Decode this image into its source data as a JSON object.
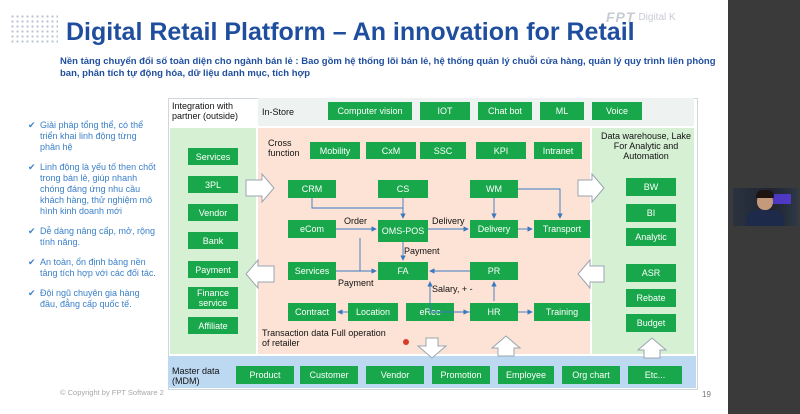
{
  "slide": {
    "title": "Digital Retail Platform – An innovation for Retail",
    "brand_text": "FPT",
    "brand_sub": "Digital K",
    "subtitle": "Nền tảng chuyển đổi số toàn diện cho ngành bán lẻ : Bao gồm hệ thống lõi bán lẻ, hệ thống quản lý chuỗi cửa hàng, quản lý quy trình liên phòng ban, phân tích tự động hóa, dữ liệu danh mục, tích hợp",
    "copyright": "© Copyright by FPT Software 2",
    "page_number": "19"
  },
  "bullets": [
    "Giải pháp tổng thể, có thể triển khai linh động từng phân hệ",
    "Linh động là yếu tố then chốt trong bán lẻ, giúp nhanh chóng đáng ứng nhu cầu khách hàng, thử nghiệm mô hình kinh doanh mới",
    "Dễ dàng nâng cấp, mở, rộng tính năng.",
    "An toàn, ổn định bảng nền tảng tích hợp với các đối tác.",
    "Đội ngũ chuyên gia hàng đầu, đẳng cấp quốc tế."
  ],
  "diagram": {
    "integration_label": "Integration with partner (outside)",
    "in_store_label": "In-Store",
    "in_store_items": [
      "Computer vision",
      "IOT",
      "Chat bot",
      "ML",
      "Voice"
    ],
    "cross_function_label": "Cross function",
    "cross_items": [
      "Mobility",
      "CxM",
      "SSC",
      "KPI",
      "Intranet"
    ],
    "partner_items": [
      "Services",
      "3PL",
      "Vendor",
      "Bank",
      "Payment",
      "Finance service",
      "Affiliate"
    ],
    "core": {
      "crm": "CRM",
      "cs": "CS",
      "wm": "WM",
      "ecom": "eCom",
      "oms_pos": "OMS-POS",
      "delivery": "Delivery",
      "transport": "Transport",
      "services": "Services",
      "fa": "FA",
      "pr": "PR",
      "contract": "Contract",
      "location": "Location",
      "erec": "eRec",
      "hr": "HR",
      "training": "Training"
    },
    "flow_labels": {
      "order": "Order",
      "delivery": "Delivery",
      "payment_top": "Payment",
      "payment_bottom": "Payment",
      "salary": "Salary, + -"
    },
    "transaction_label": "Transaction data Full operation of retailer",
    "dw_label": "Data warehouse, Lake For Analytic and Automation",
    "dw_items": [
      "BW",
      "BI",
      "Analytic"
    ],
    "automation_items": [
      "ASR",
      "Rebate",
      "Budget"
    ],
    "master_label": "Master data (MDM)",
    "master_items": [
      "Product",
      "Customer",
      "Vendor",
      "Promotion",
      "Employee",
      "Org chart",
      "Etc..."
    ]
  },
  "colors": {
    "title": "#1f4e9e",
    "box_green": "#18a74a",
    "partner_bg": "#d6f0d4",
    "core_bg": "#fce3d6",
    "master_bg": "#bdd9f2",
    "bullet_text": "#3a7fc8"
  }
}
